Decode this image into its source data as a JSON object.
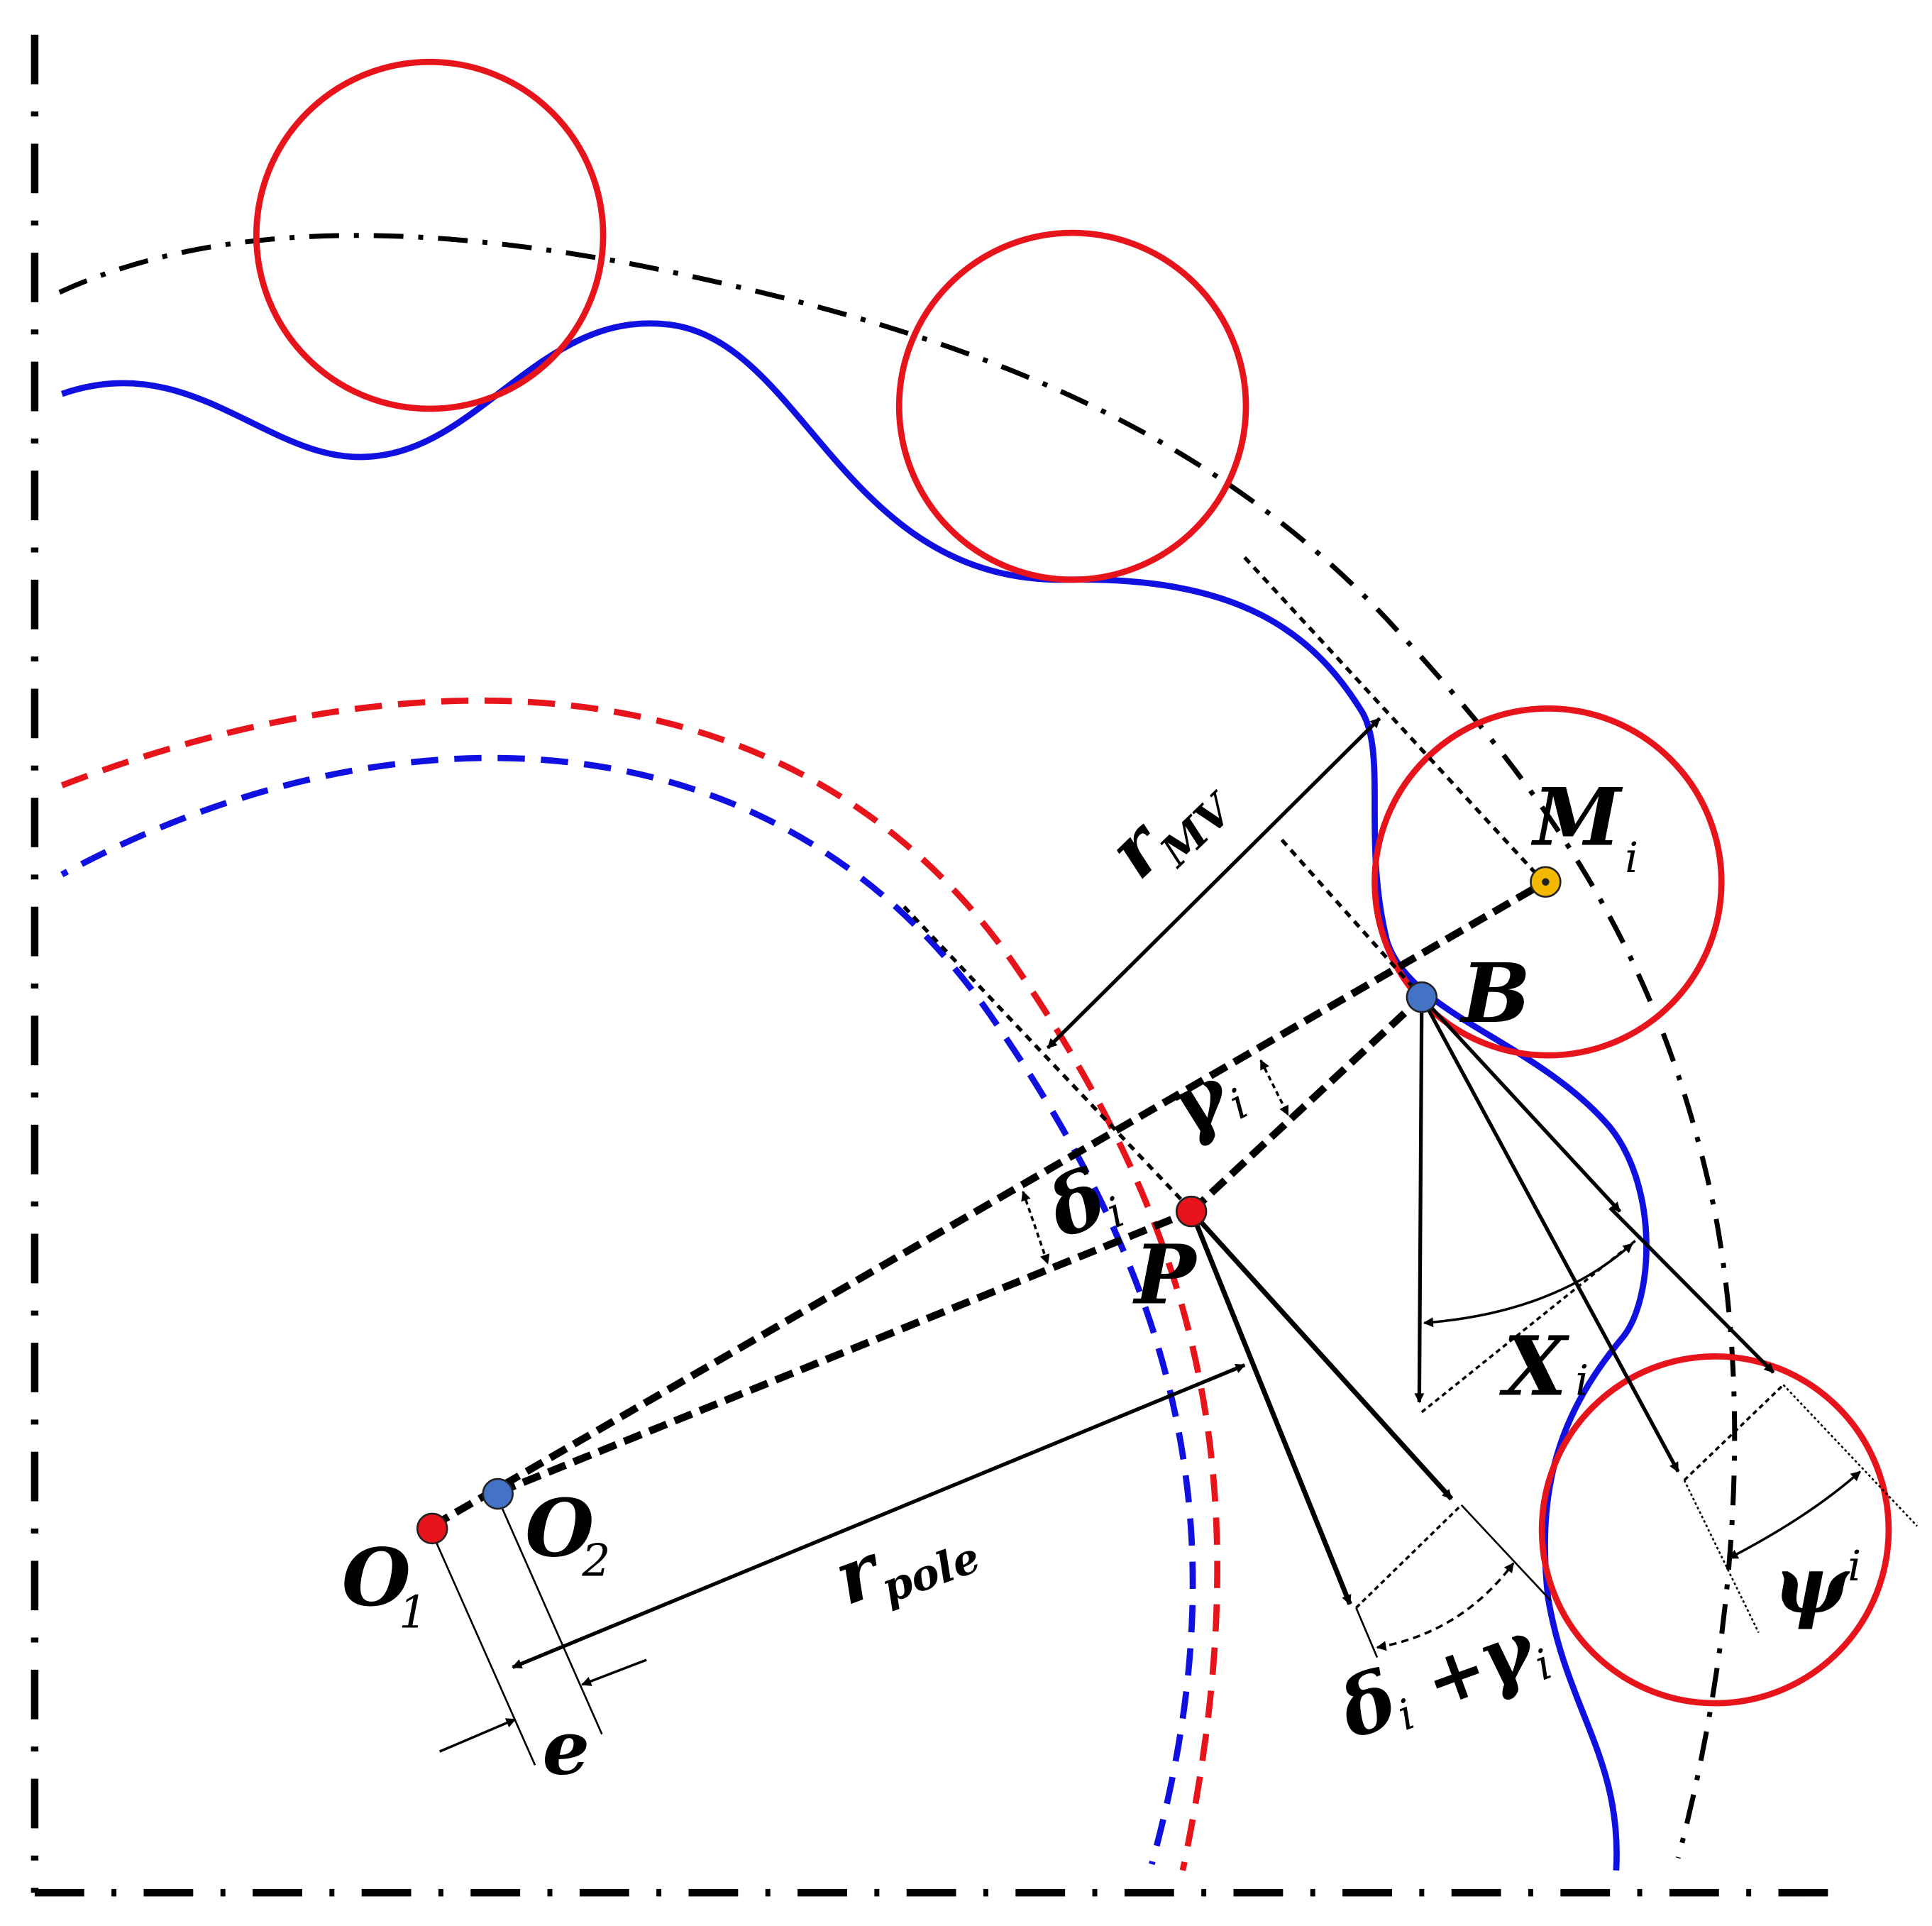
{
  "labels": {
    "r_mv": {
      "main": "r",
      "sub": "MV"
    },
    "m_i": {
      "main": "M",
      "sub": "i"
    },
    "b": {
      "main": "B"
    },
    "p": {
      "main": "P"
    },
    "gamma_i": {
      "main": "γ",
      "sub": "i"
    },
    "delta_i": {
      "main": "δ",
      "sub": "i"
    },
    "x_i": {
      "main": "X",
      "sub": "i"
    },
    "psi_i": {
      "main": "ψ",
      "sub": "i"
    },
    "o1": {
      "main": "O",
      "sub": "1"
    },
    "o2": {
      "main": "O",
      "sub": "2"
    },
    "r_pole": {
      "main": "r",
      "sub": "pole"
    },
    "e": {
      "main": "e"
    },
    "delta_gamma": {
      "d": "δ",
      "d_sub": "i",
      "plus": "+",
      "g": "γ",
      "g_sub": "i"
    }
  },
  "colors": {
    "red": "#e8141b",
    "blue": "#1010e0",
    "black": "#000000",
    "point_red": "#e8141b",
    "point_blue": "#4472c4",
    "point_orange": "#f5b800"
  }
}
